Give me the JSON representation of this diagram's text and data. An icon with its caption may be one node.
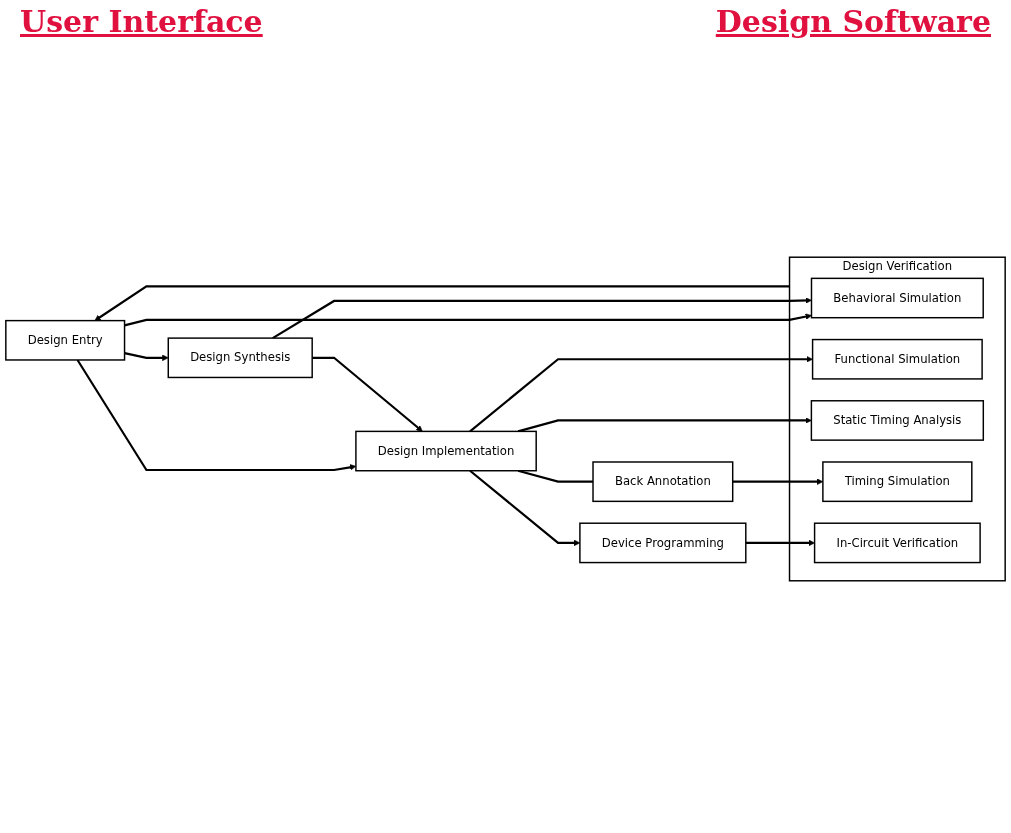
{
  "diagram": {
    "nodes": [
      {
        "text": [
          "Design Entry"
        ]
      },
      {
        "text": [
          "Design Verification"
        ]
      },
      {
        "text": [
          "Behavioral Simulation"
        ],
        "in": 1
      },
      {
        "text": [
          "Design Synthesis"
        ]
      },
      {
        "text": [
          "Design Implementation"
        ]
      },
      {
        "text": [
          "Functional Simulation"
        ],
        "in": 1
      },
      {
        "text": [
          "Static Timing Analysis"
        ],
        "in": 1
      },
      {
        "text": [
          "Back Annotation"
        ]
      },
      {
        "text": [
          "Timing Simulation"
        ],
        "in": 1
      },
      {
        "text": [
          "Device Programming"
        ]
      },
      {
        "text": [
          "In-Circuit Verification"
        ],
        "in": 1
      }
    ],
    "edges": [
      {
        "from": 1,
        "to": 0,
        "arrow": "to"
      },
      {
        "from": 0,
        "to": 2,
        "arrow": "to"
      },
      {
        "from": 0,
        "to": 3,
        "arrow": "to"
      },
      {
        "from": 0,
        "to": 4,
        "arrow": "to"
      },
      {
        "from": 3,
        "to": 2,
        "arrow": "to"
      },
      {
        "from": 3,
        "to": 4,
        "arrow": "to"
      },
      {
        "from": 4,
        "to": 5,
        "arrow": "to"
      },
      {
        "from": 4,
        "to": 6,
        "arrow": "to"
      },
      {
        "from": 4,
        "to": 7,
        "arrow": "none"
      },
      {
        "from": 7,
        "to": 8,
        "arrow": "to"
      },
      {
        "from": 4,
        "to": 9,
        "arrow": "to"
      },
      {
        "from": 9,
        "to": 10,
        "arrow": "to"
      }
    ],
    "labels": [
      "User Interface",
      "Design Software"
    ]
  }
}
